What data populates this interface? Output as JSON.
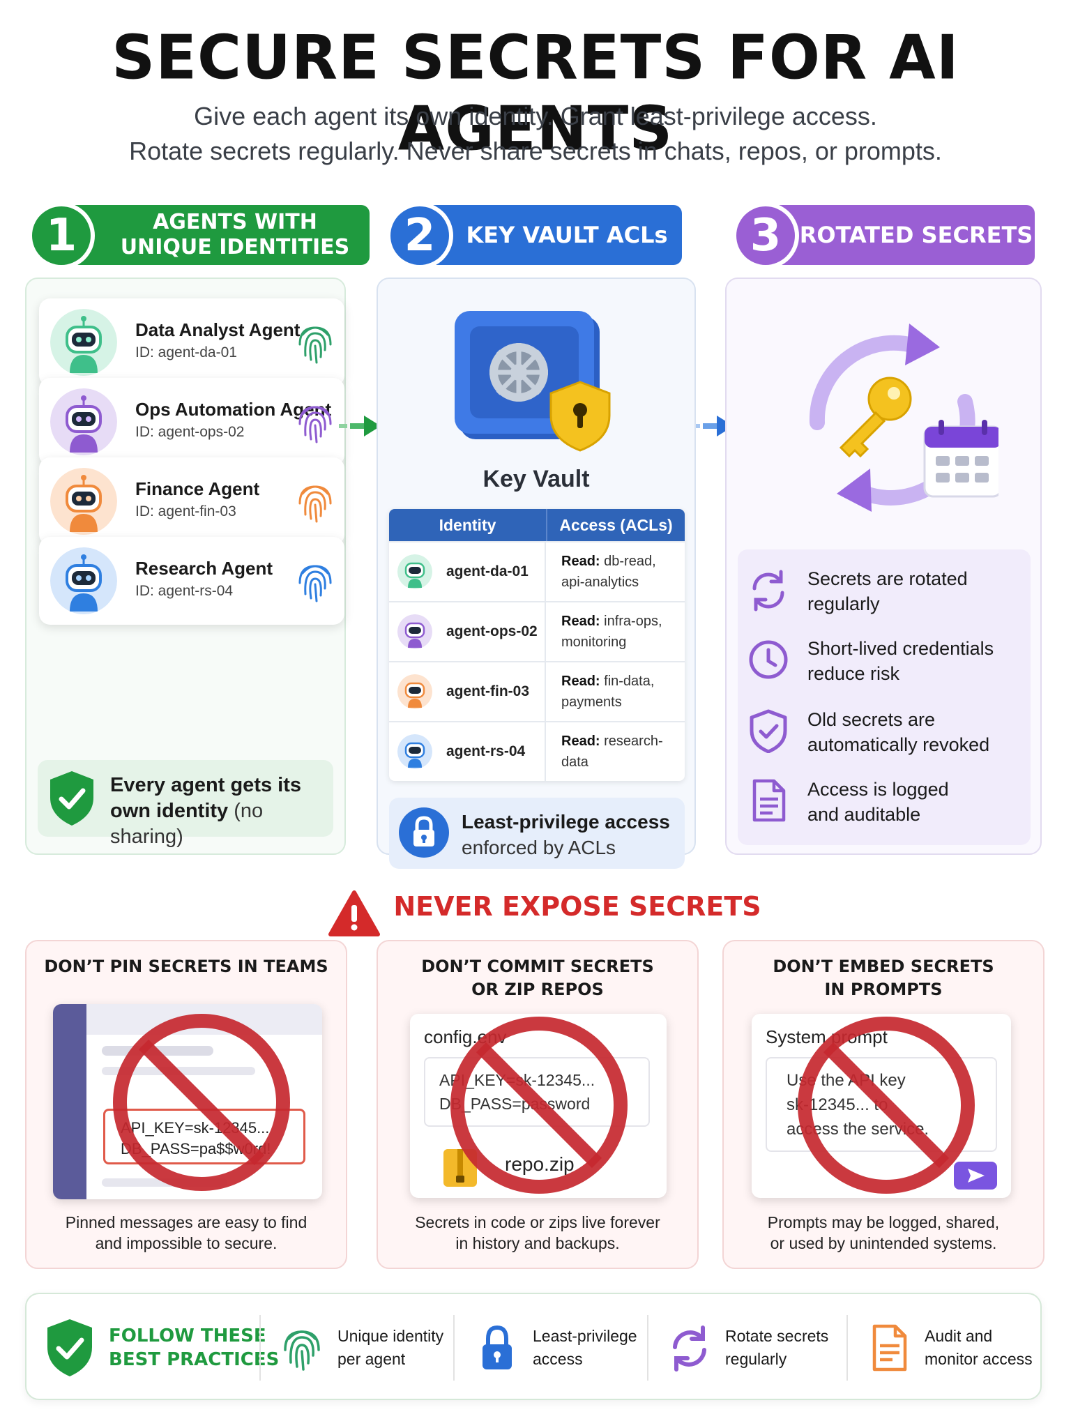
{
  "header": {
    "title": "SECURE SECRETS FOR AI AGENTS",
    "subtitle_line1": "Give each agent its own identity. Grant least-privilege access.",
    "subtitle_line2": "Rotate secrets regularly. Never share secrets in chats, repos, or prompts."
  },
  "steps": [
    {
      "number": "1",
      "label_line1": "AGENTS WITH",
      "label_line2": "UNIQUE IDENTITIES",
      "color": "#1f9a3f"
    },
    {
      "number": "2",
      "label": "KEY VAULT ACLs",
      "color": "#2a6fd6"
    },
    {
      "number": "3",
      "label": "ROTATED SECRETS",
      "color": "#9a5fd4"
    }
  ],
  "agents": [
    {
      "name": "Data Analyst Agent",
      "id": "ID: agent-da-01",
      "color": "#3fbf8a",
      "bg": "#d6f3e6"
    },
    {
      "name": "Ops Automation Agent",
      "id": "ID: agent-ops-02",
      "color": "#8e5bd0",
      "bg": "#e7dcf6"
    },
    {
      "name": "Finance Agent",
      "id": "ID: agent-fin-03",
      "color": "#f08a3c",
      "bg": "#fde3cf"
    },
    {
      "name": "Research Agent",
      "id": "ID: agent-rs-04",
      "color": "#2f7fe0",
      "bg": "#d5e6fb"
    }
  ],
  "identity_note": {
    "line1": "Every agent gets its",
    "line2_bold": "own identity",
    "line2_rest": " (no sharing)"
  },
  "vault": {
    "title": "Key Vault",
    "col_identity": "Identity",
    "col_access": "Access (ACLs)",
    "rows": [
      {
        "identity": "agent-da-01",
        "read": "Read:",
        "line1": " db-read,",
        "line2": "api-analytics"
      },
      {
        "identity": "agent-ops-02",
        "read": "Read:",
        "line1": " infra-ops,",
        "line2": "monitoring"
      },
      {
        "identity": "agent-fin-03",
        "read": "Read:",
        "line1": " fin-data,",
        "line2": "payments"
      },
      {
        "identity": "agent-rs-04",
        "read": "Read:",
        "line1": " research-",
        "line2": "data"
      }
    ],
    "note_line1": "Least-privilege access",
    "note_line2": "enforced by ACLs"
  },
  "rotation": [
    {
      "icon": "refresh-icon",
      "line1": "Secrets are rotated",
      "line2": "regularly"
    },
    {
      "icon": "clock-icon",
      "line1": "Short-lived credentials",
      "line2": "reduce risk"
    },
    {
      "icon": "shield-check-icon",
      "line1": "Old secrets are",
      "line2": "automatically revoked"
    },
    {
      "icon": "document-icon",
      "line1": "Access is logged",
      "line2": "and auditable"
    }
  ],
  "warning": {
    "title": "NEVER EXPOSE SECRETS"
  },
  "never": [
    {
      "title_line1": "DON’T PIN SECRETS IN TEAMS",
      "title_line2": "",
      "desc_line1": "Pinned messages are easy to find",
      "desc_line2": "and impossible to secure.",
      "mock_line1": "API_KEY=sk-12345...",
      "mock_line2": "DB_PASS=pa$$w0rd!"
    },
    {
      "title_line1": "DON’T COMMIT SECRETS",
      "title_line2": "OR ZIP REPOS",
      "desc_line1": "Secrets in code or zips live forever",
      "desc_line2": "in history and backups.",
      "mock_file": "config.env",
      "mock_line1": "API_KEY=sk-12345...",
      "mock_line2": "DB_PASS=password",
      "mock_zip": "repo.zip"
    },
    {
      "title_line1": "DON’T EMBED SECRETS",
      "title_line2": "IN PROMPTS",
      "desc_line1": "Prompts may be logged, shared,",
      "desc_line2": "or used by unintended systems.",
      "mock_label": "System prompt",
      "mock_line1": "Use the API key",
      "mock_line2": "sk-12345... to",
      "mock_line3": "access the service."
    }
  ],
  "footer": {
    "heading_line1": "FOLLOW THESE",
    "heading_line2": "BEST PRACTICES",
    "items": [
      {
        "icon": "fingerprint-icon",
        "line1": "Unique identity",
        "line2": "per agent"
      },
      {
        "icon": "lock-icon",
        "line1": "Least-privilege",
        "line2": "access"
      },
      {
        "icon": "refresh-icon",
        "line1": "Rotate secrets",
        "line2": "regularly"
      },
      {
        "icon": "document-icon",
        "line1": "Audit and",
        "line2": "monitor access"
      }
    ]
  }
}
